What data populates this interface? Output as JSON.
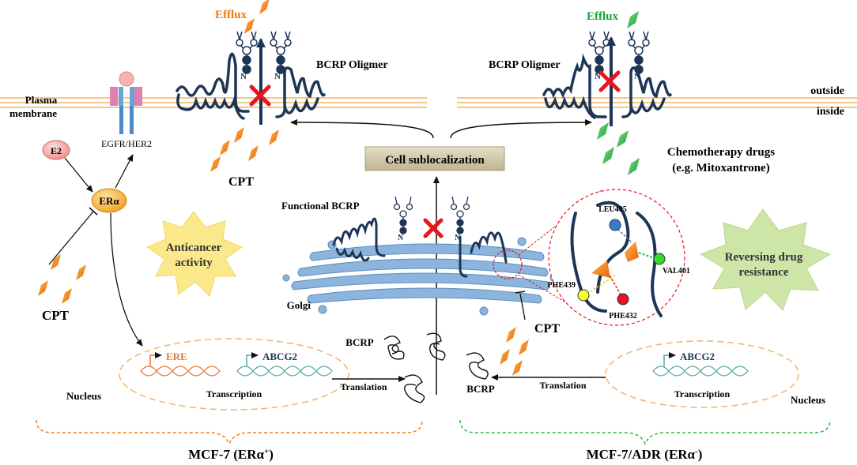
{
  "colors": {
    "membrane": "#f3c98a",
    "transporter": "#1d3557",
    "cross": "#e8141e",
    "cpt": "#f07b16",
    "chemo": "#2fb84a",
    "efflux_left": "#f07b16",
    "efflux_right": "#1aa33a",
    "golgi": "#8db4dc",
    "nucleus_border": "#f2b46e",
    "mcf7_brace": "#f07b16",
    "adr_brace": "#2fb84a",
    "burst_left": "#fbe88a",
    "burst_right": "#cde6a8",
    "er_alpha": "#f5b33b",
    "e2": "#f3a5a5",
    "sublocalization_box": "#cfc7a8"
  },
  "labels": {
    "efflux_left": "Efflux",
    "efflux_right": "Efflux",
    "bcrp_oligomer_left": "BCRP Oligmer",
    "bcrp_oligomer_right": "BCRP Oligmer",
    "plasma_membrane_1": "Plasma",
    "plasma_membrane_2": "membrane",
    "outside": "outside",
    "inside": "inside",
    "egfr_her2": "EGFR/HER2",
    "e2": "E2",
    "er_alpha": "ERα",
    "cpt_top": "CPT",
    "cpt_left": "CPT",
    "cpt_right": "CPT",
    "cell_sublocalization": "Cell sublocalization",
    "chemo_1": "Chemotherapy drugs",
    "chemo_2": "(e.g. Mitoxantrone)",
    "functional_bcrp": "Functional BCRP",
    "golgi": "Golgi",
    "anticancer_1": "Anticancer",
    "anticancer_2": "activity",
    "reversing_1": "Reversing drug",
    "reversing_2": "resistance",
    "n_label": "N",
    "leu405": "LEU405",
    "val401": "VAL401",
    "phe439": "PHE439",
    "phe432": "PHE432",
    "bcrp_1": "BCRP",
    "bcrp_2": "BCRP",
    "ere": "ERE",
    "abcg2_left": "ABCG2",
    "abcg2_right": "ABCG2",
    "transcription_left": "Transcription",
    "transcription_right": "Transcription",
    "translation_left": "Translation",
    "translation_right": "Translation",
    "nucleus_left": "Nucleus",
    "nucleus_right": "Nucleus",
    "mcf7_main": "MCF-7 (ERα",
    "mcf7_sup": "+",
    "mcf7_close": ")",
    "adr_main": "MCF-7/ADR (ERα",
    "adr_sup": "-",
    "adr_close": ")"
  }
}
